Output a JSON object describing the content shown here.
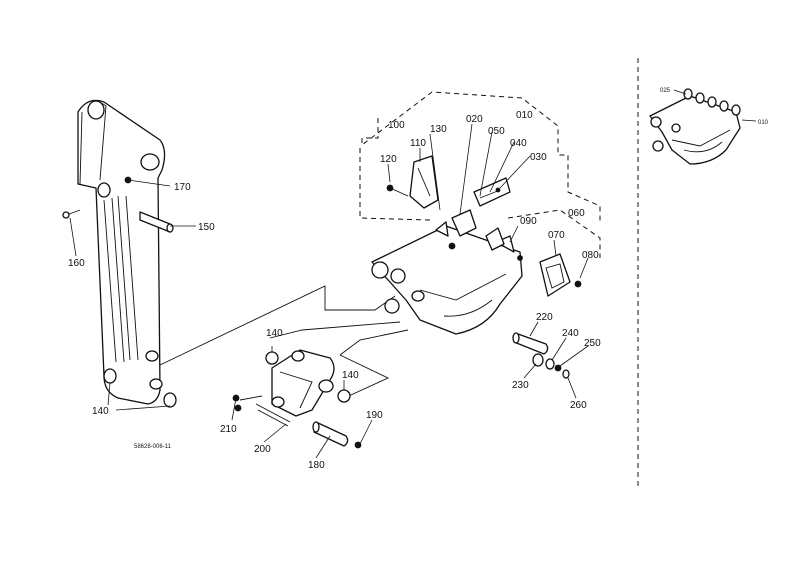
{
  "callouts": {
    "p010": "010",
    "p020": "020",
    "p030": "030",
    "p040": "040",
    "p050": "050",
    "p060": "060",
    "p070": "070",
    "p080": "080",
    "p090": "090",
    "p100": "100",
    "p110": "110",
    "p120": "120",
    "p130": "130",
    "p140a": "140",
    "p140b": "140",
    "p140c": "140",
    "p150": "150",
    "p160": "160",
    "p170": "170",
    "p180": "180",
    "p190": "190",
    "p200": "200",
    "p210": "210",
    "p220": "220",
    "p230": "230",
    "p240": "240",
    "p250": "250",
    "p260": "260"
  },
  "inset": {
    "p025": "025",
    "p010": "010"
  },
  "drawing_number": "58628-006-11"
}
